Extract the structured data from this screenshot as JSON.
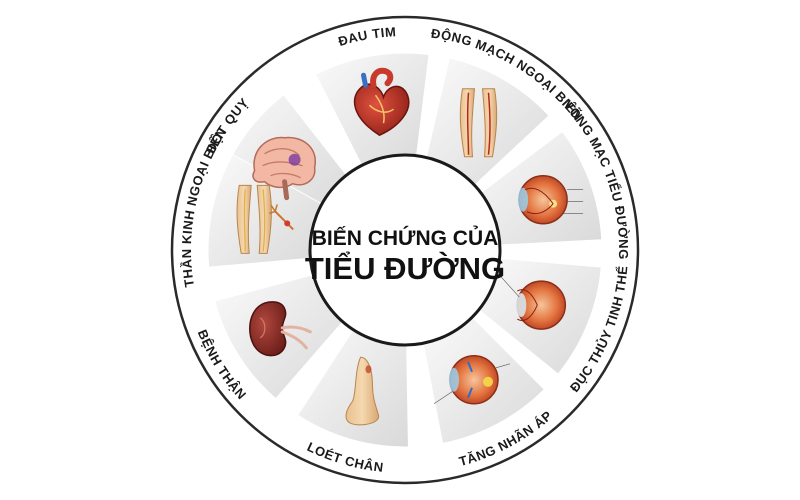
{
  "center": {
    "line1": "BIẾN CHỨNG CỦA",
    "line2": "TIỂU ĐƯỜNG"
  },
  "segments": [
    {
      "label": "ĐỘT QUỴ",
      "icon": "brain-icon"
    },
    {
      "label": "ĐAU TIM",
      "icon": "heart-icon"
    },
    {
      "label": "ĐỘNG MẠCH NGOẠI BIÊN",
      "icon": "legs-arteries-icon"
    },
    {
      "label": "VÕNG MẠC TIỂU ĐƯỜNG",
      "icon": "retina-eye-icon"
    },
    {
      "label": "ĐỤC THỦY TINH THỂ",
      "icon": "cataract-eye-icon"
    },
    {
      "label": "TĂNG NHÃN ÁP",
      "icon": "glaucoma-eye-icon"
    },
    {
      "label": "LOÉT CHÂN",
      "icon": "foot-ulcer-icon"
    },
    {
      "label": "BỆNH THẬN",
      "icon": "kidney-icon"
    },
    {
      "label": "THẦN KINH NGOẠI BIÊN",
      "icon": "legs-nerve-icon"
    }
  ]
}
